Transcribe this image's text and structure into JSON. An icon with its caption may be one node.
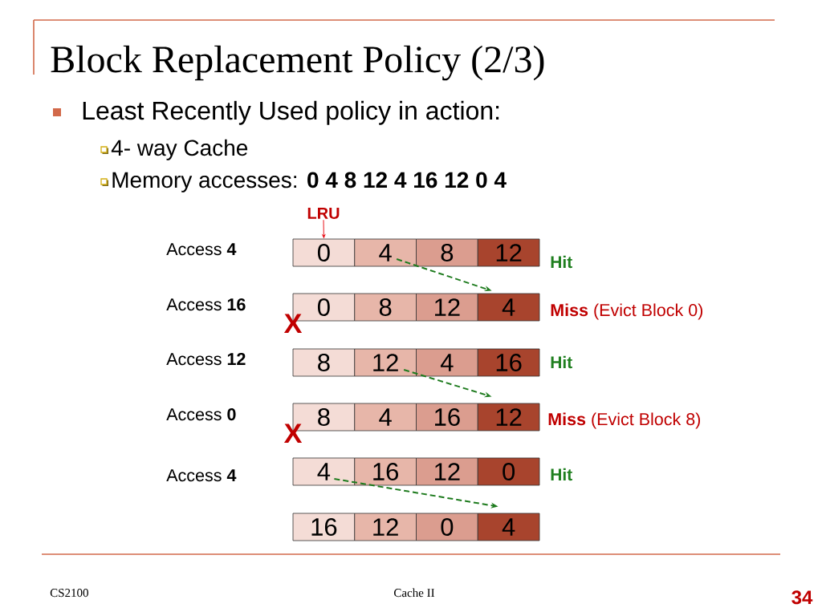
{
  "diagram": {
    "title": "Block Replacement Policy (2/3)",
    "nodes": [
      {
        "text": [
          "LRU"
        ]
      },
      {
        "text": [
          "0"
        ]
      },
      {
        "text": [
          "4"
        ]
      },
      {
        "text": [
          "8"
        ]
      },
      {
        "text": [
          "12"
        ]
      },
      {
        "text": [
          "0"
        ]
      },
      {
        "text": [
          "8"
        ]
      },
      {
        "text": [
          "12"
        ]
      },
      {
        "text": [
          "4"
        ]
      },
      {
        "text": [
          "8"
        ]
      },
      {
        "text": [
          "12"
        ]
      },
      {
        "text": [
          "4"
        ]
      },
      {
        "text": [
          "16"
        ]
      },
      {
        "text": [
          "8"
        ]
      },
      {
        "text": [
          "4"
        ]
      },
      {
        "text": [
          "16"
        ]
      },
      {
        "text": [
          "12"
        ]
      },
      {
        "text": [
          "4"
        ]
      },
      {
        "text": [
          "16"
        ]
      },
      {
        "text": [
          "12"
        ]
      },
      {
        "text": [
          "0"
        ]
      },
      {
        "text": [
          "16"
        ]
      },
      {
        "text": [
          "12"
        ]
      },
      {
        "text": [
          "0"
        ]
      },
      {
        "text": [
          "4"
        ]
      }
    ],
    "edges": [
      {
        "from": 0,
        "to": 1,
        "arrow": "to",
        "color": "#e8141c"
      },
      {
        "from": 2,
        "to": 8,
        "arrow": "to",
        "style": "dashed"
      },
      {
        "from": 10,
        "to": 16,
        "arrow": "to",
        "style": "dashed"
      },
      {
        "from": 17,
        "to": 24,
        "arrow": "to",
        "style": "dashed"
      }
    ],
    "labels": [
      "Least Recently Used policy in action:",
      "4- way Cache",
      "Memory accesses: **0 4 8 12 4 16 12 0 4**",
      "Access **4**",
      "Hit",
      "Access **16**",
      "X",
      "**Miss** (Evict Block 0)",
      "Access **12**",
      "Hit",
      "Access **0**",
      "X",
      "**Miss** (Evict Block 8)",
      "Access **4**",
      "Hit",
      "CS2100",
      "Cache II",
      "34"
    ]
  }
}
